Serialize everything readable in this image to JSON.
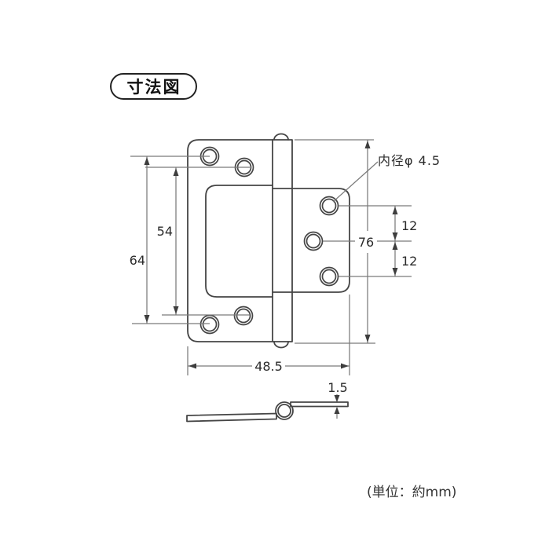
{
  "badge": {
    "label": "寸法図"
  },
  "unit_note": {
    "label": "(単位：約mm)"
  },
  "diagram": {
    "type": "technical-dimension-drawing",
    "subject": "flush-hinge",
    "annotations": {
      "inner_diameter": "内径φ 4.5"
    },
    "dimensions": {
      "outer_hole_span": "64",
      "inner_hole_span": "54",
      "overall_width": "48.5",
      "overall_height": "76",
      "hole_pitch_top": "12",
      "hole_pitch_bottom": "12",
      "leaf_thickness": "1.5"
    },
    "colors": {
      "outline": "#454545",
      "dimension_line": "#7a7a7a",
      "text": "#2b2b2b",
      "background": "#ffffff"
    }
  }
}
